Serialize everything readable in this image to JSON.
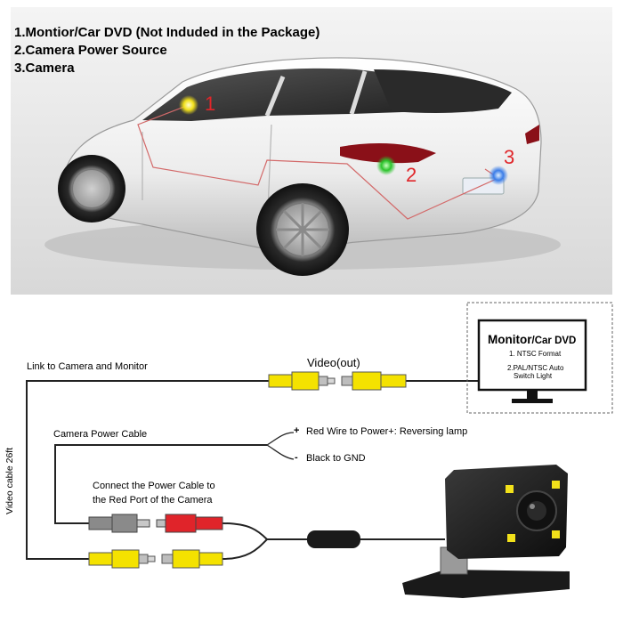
{
  "legend": {
    "item1": "1.Montior/Car DVD (Not Induded in the Package)",
    "item2": "2.Camera Power Source",
    "item3": "3.Camera"
  },
  "car_markers": [
    "1",
    "2",
    "3"
  ],
  "diagram": {
    "link_label": "Link to Camera and Monitor",
    "video_out_label": "Video(out)",
    "video_cable_label": "Video cable 26ft",
    "power_cable_label": "Camera Power Cable",
    "red_wire_sign": "+",
    "red_wire_label": "Red Wire to Power+: Reversing lamp",
    "black_wire_sign": "-",
    "black_wire_label": "Black to GND",
    "connect_label_line1": "Connect the Power Cable to",
    "connect_label_line2": "the Red Port of the Camera"
  },
  "monitor": {
    "title": "Monitor",
    "title_suffix": "/Car DVD",
    "note1": "1. NTSC Format",
    "note2_line1": "2.PAL/NTSC Auto",
    "note2_line2": "Switch Light"
  },
  "colors": {
    "marker_red": "#e0262a",
    "led_yellow": "#f2e11a",
    "led_green": "#2bc42b",
    "led_blue": "#3b7de8",
    "rca_yellow": "#f4e200",
    "rca_red": "#e0242a",
    "rca_gray": "#8a8a8a"
  }
}
